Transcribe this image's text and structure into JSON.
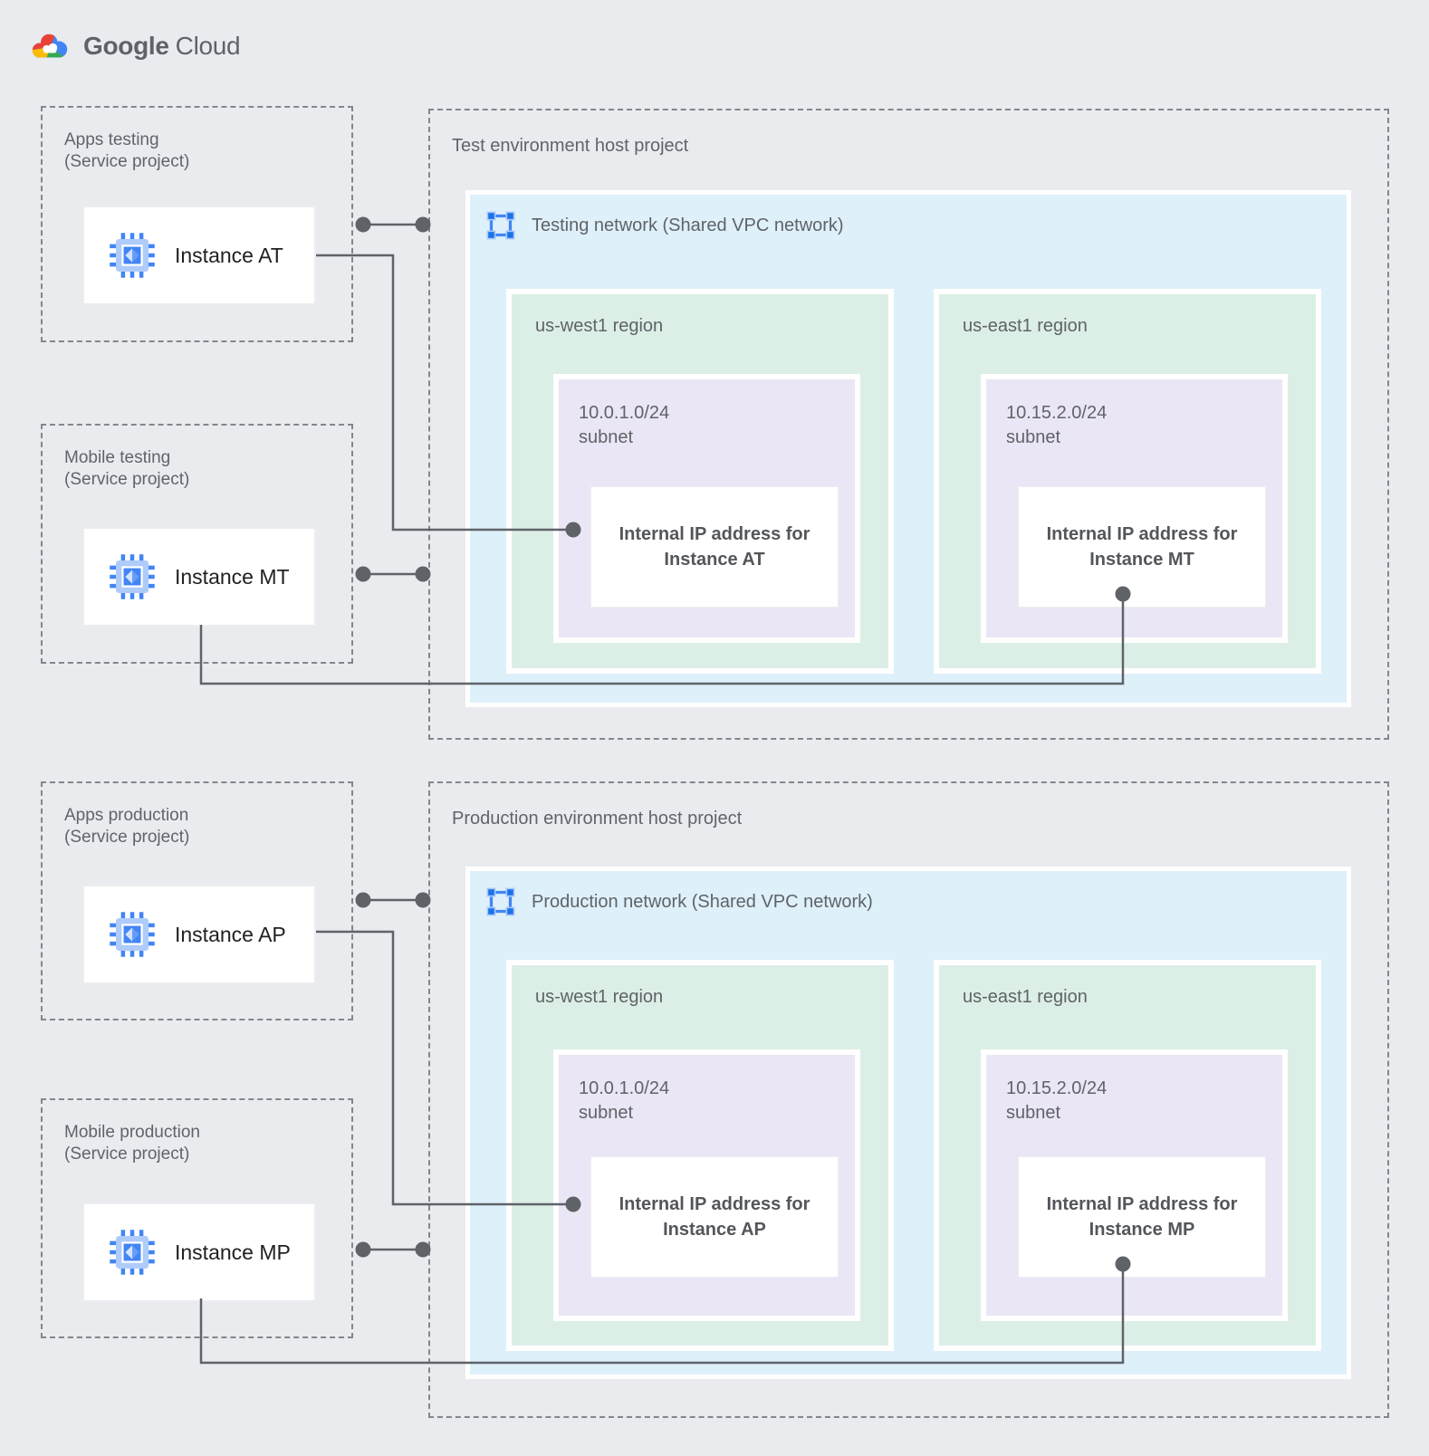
{
  "logo": {
    "part1": "Google",
    "part2": "Cloud"
  },
  "palette": {
    "background": "#E9EBEE",
    "network_blue": "#DEF0FA",
    "region_green": "#DCEFE6",
    "subnet_lavender": "#EBE6F5",
    "connector_gray": "#5F6368",
    "dashed_border_gray": "#83868A",
    "google_blue": "#4285F4",
    "google_red": "#EA4335",
    "google_yellow": "#FBBC04",
    "google_green": "#34A853",
    "icon_light_blue": "#AECBFA"
  },
  "test": {
    "host_label": "Test environment host project",
    "network_label": "Testing network (Shared VPC network)",
    "projects": [
      {
        "name": "Apps testing",
        "type": "(Service project)",
        "instance": "Instance AT"
      },
      {
        "name": "Mobile testing",
        "type": "(Service project)",
        "instance": "Instance MT"
      }
    ],
    "regions": [
      {
        "name": "us-west1 region",
        "cidr": "10.0.1.0/24",
        "cidr_label": "subnet",
        "ip_line1": "Internal IP address for",
        "ip_line2": "Instance AT"
      },
      {
        "name": "us-east1 region",
        "cidr": "10.15.2.0/24",
        "cidr_label": "subnet",
        "ip_line1": "Internal IP address for",
        "ip_line2": "Instance MT"
      }
    ]
  },
  "production": {
    "host_label": "Production environment host project",
    "network_label": "Production network (Shared VPC network)",
    "projects": [
      {
        "name": "Apps production",
        "type": "(Service project)",
        "instance": "Instance AP"
      },
      {
        "name": "Mobile production",
        "type": "(Service project)",
        "instance": "Instance MP"
      }
    ],
    "regions": [
      {
        "name": "us-west1 region",
        "cidr": "10.0.1.0/24",
        "cidr_label": "subnet",
        "ip_line1": "Internal IP address for",
        "ip_line2": "Instance AP"
      },
      {
        "name": "us-east1 region",
        "cidr": "10.15.2.0/24",
        "cidr_label": "subnet",
        "ip_line1": "Internal IP address for",
        "ip_line2": "Instance MP"
      }
    ]
  }
}
